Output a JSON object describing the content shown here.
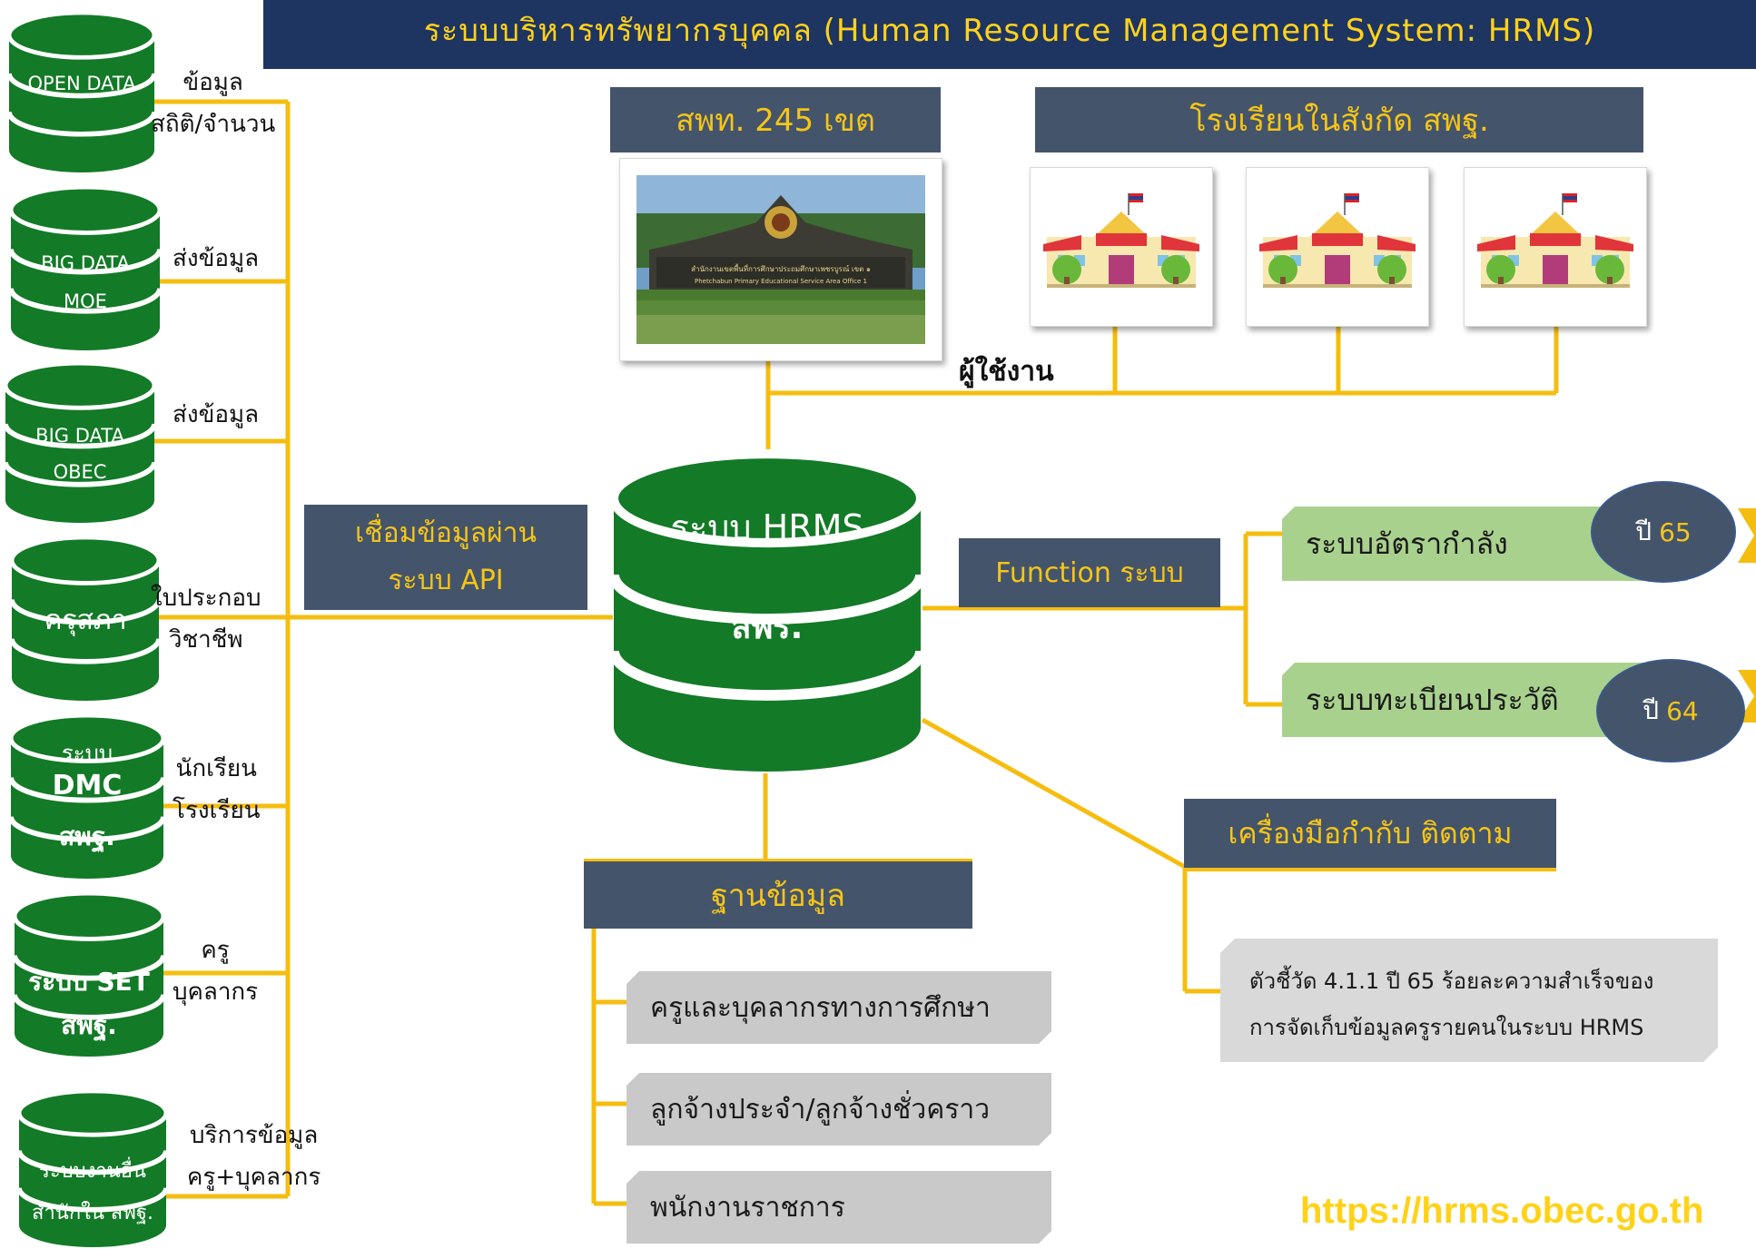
{
  "title": "ระบบบริหารทรัพยากรบุคคล (Human Resource Management System: HRMS)",
  "sources": [
    {
      "db_lines": [
        "OPEN DATA"
      ],
      "label_lines": [
        "ข้อมูล",
        "สถิติ/จำนวน"
      ]
    },
    {
      "db_lines": [
        "BIG DATA",
        "MOE"
      ],
      "label_lines": [
        "ส่งข้อมูล"
      ]
    },
    {
      "db_lines": [
        "BIG DATA",
        "OBEC"
      ],
      "label_lines": [
        "ส่งข้อมูล"
      ]
    },
    {
      "db_lines": [
        "ครุสภา"
      ],
      "label_lines": [
        "ใบประกอบ",
        "วิชาชีพ"
      ]
    },
    {
      "db_lines": [
        "ระบบ",
        "DMC",
        "สพฐ."
      ],
      "label_lines": [
        "นักเรียน",
        "โรงเรียน"
      ]
    },
    {
      "db_lines": [
        "ระบบ SET",
        "สพฐ."
      ],
      "label_lines": [
        "ครู",
        "บุคลากร"
      ]
    },
    {
      "db_lines": [
        "ระบบงานอื่น",
        "สำนักใน สพฐ."
      ],
      "label_lines": [
        "บริการข้อมูล",
        "ครู+บุคลากร"
      ]
    }
  ],
  "api_box": [
    "เชื่อมข้อมูลผ่าน",
    "ระบบ API"
  ],
  "esa_header": "สพท. 245 เขต",
  "sign_text": [
    "สำนักงานเขตพื้นที่การศึกษาประถมศึกษาเพชรบูรณ์ เขต ๑",
    "Phetchabun Primary Educational Service Area Office 1"
  ],
  "schools_header": "โรงเรียนในสังกัด สพฐ.",
  "users_label": "ผู้ใช้งาน",
  "central_db": {
    "line1": "ระบบ HRMS",
    "line2": "สพร."
  },
  "function_header": "Function ระบบ",
  "functions": [
    {
      "label": "ระบบอัตรากำลัง",
      "year_prefix": "ปี",
      "year": "65"
    },
    {
      "label": "ระบบทะเบียนประวัติ",
      "year_prefix": "ปี",
      "year": "64"
    }
  ],
  "monitor_header": "เครื่องมือกำกับ ติดตาม",
  "monitor_note": [
    "ตัวชี้วัด 4.1.1 ปี 65 ร้อยละความสำเร็จของ",
    "การจัดเก็บข้อมูลครูรายคนในระบบ HRMS"
  ],
  "database_header": "ฐานข้อมูล",
  "database_items": [
    "ครูและบุคลากรทางการศึกษา",
    "ลูกจ้างประจำ/ลูกจ้างชั่วคราว",
    "พนักงานราชการ"
  ],
  "url": "https://hrms.obec.go.th",
  "colors": {
    "title_bg": "#1e3461",
    "accent": "#ffd21a",
    "header_bg": "#44546a",
    "cylinder": "#137a27",
    "connector": "#f5bd0f",
    "pill_green": "#a9d18e",
    "pill_gray": "#c9c9c9"
  }
}
